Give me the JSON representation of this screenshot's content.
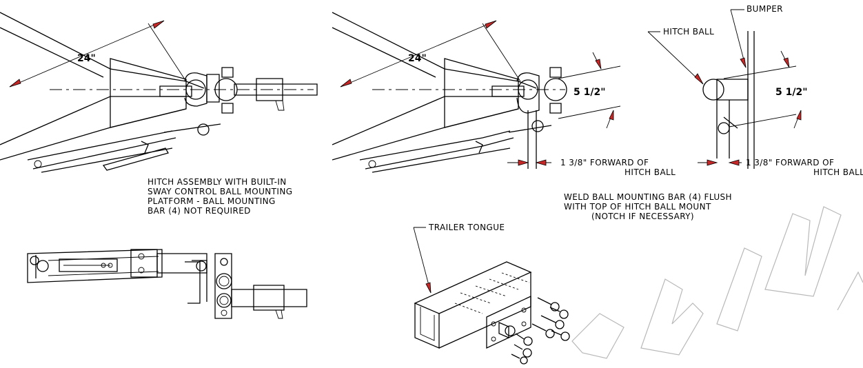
{
  "labels": {
    "dim_24_left": "24\"",
    "dim_24_right": "24\"",
    "dim_5_half_mid": "5 1/2\"",
    "dim_5_half_right": "5 1/2\"",
    "forward_mid_line1": "1 3/8\" FORWARD OF",
    "forward_mid_line2": "HITCH BALL",
    "forward_right_line1": "1 3/8\" FORWARD OF",
    "forward_right_line2": "HITCH BALL",
    "bumper": "BUMPER",
    "hitch_ball": "HITCH BALL",
    "trailer_tongue": "TRAILER TONGUE",
    "note_left": [
      "HITCH ASSEMBLY WITH BUILT-IN",
      "SWAY CONTROL BALL MOUNTING",
      "PLATFORM - BALL MOUNTING",
      "BAR (4) NOT REQUIRED"
    ],
    "note_right": [
      "WELD BALL MOUNTING BAR (4) FLUSH",
      "WITH TOP OF HITCH BALL MOUNT",
      "(NOTCH IF NECESSARY)"
    ]
  },
  "colors": {
    "arrow": "#c62828",
    "line": "#000000",
    "watermark": "#b8b8b8"
  }
}
